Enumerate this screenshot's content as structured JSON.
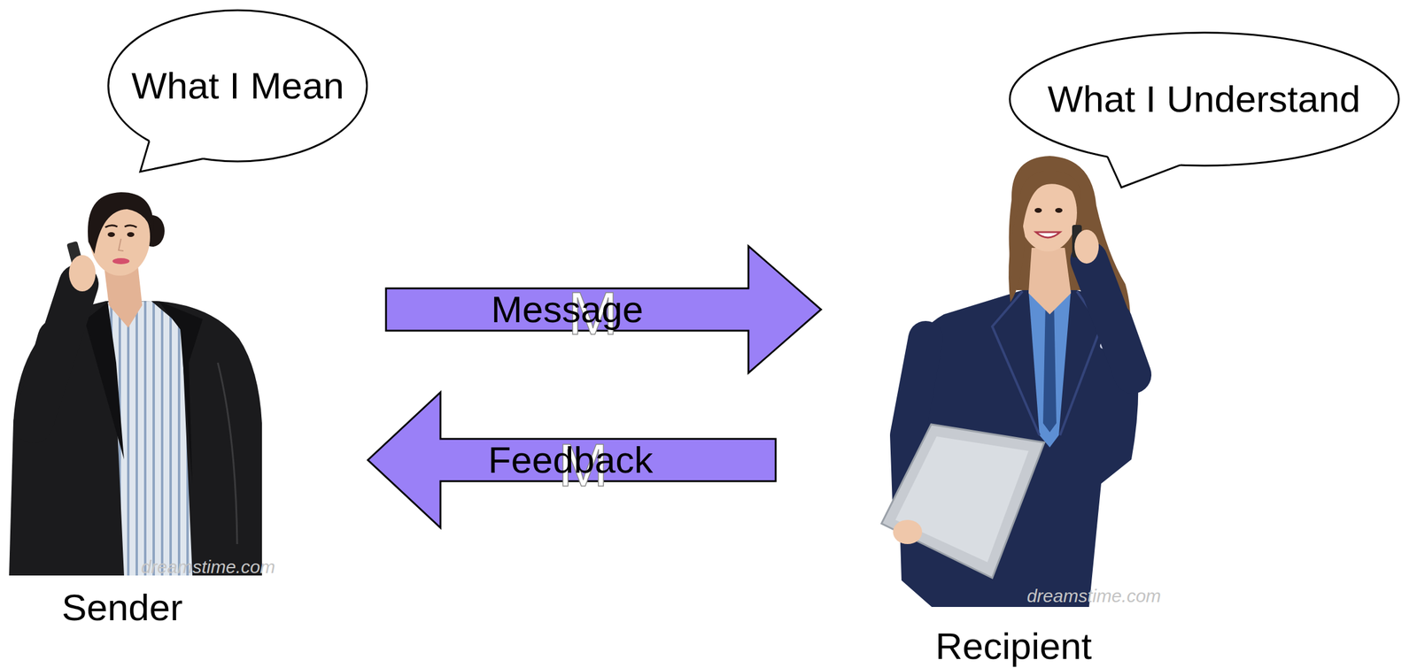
{
  "diagram": {
    "nodes": [
      {
        "text": [
          "What I Mean"
        ]
      },
      {
        "text": [
          "What I Understand"
        ]
      },
      {
        "text": [
          "Sender"
        ]
      },
      {
        "text": [
          "Recipient"
        ]
      }
    ],
    "edges": [
      {
        "from": 2,
        "to": 3,
        "arrow": "to",
        "label": "Message"
      },
      {
        "from": 3,
        "to": 2,
        "arrow": "to",
        "label": "Feedback"
      }
    ],
    "labels": [
      "M",
      "M",
      "dreamstime.com",
      "dreamstime.com"
    ]
  }
}
